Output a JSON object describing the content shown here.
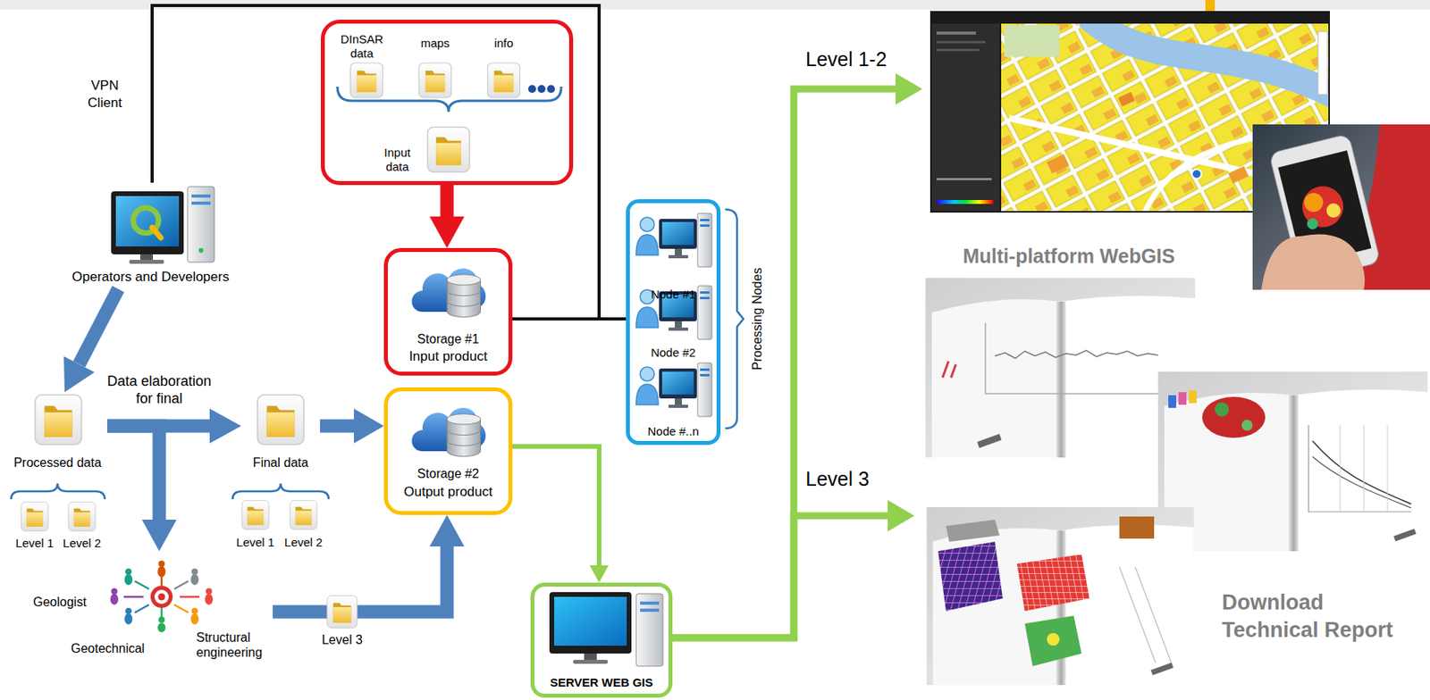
{
  "diagram": {
    "nodes": [
      {
        "text": [
          "DInSAR data",
          "maps",
          "info",
          "Input data"
        ]
      },
      {
        "text": [
          "Storage #1",
          "Input product"
        ]
      },
      {
        "text": [
          "Storage #2",
          "Output product"
        ]
      },
      {
        "text": [
          "Node #1",
          "Node #2",
          "Node #..n",
          "Processing Nodes"
        ]
      },
      {
        "text": [
          "SERVER WEB GIS"
        ]
      },
      {
        "text": [
          "Operators and Developers"
        ]
      },
      {
        "text": [
          "Processed data"
        ]
      },
      {
        "text": [
          "Final data"
        ]
      },
      {
        "text": [
          "Geologist",
          "Geotechnical",
          "Structural engineering"
        ]
      },
      {
        "text": [
          "Multi-platform WebGIS"
        ]
      },
      {
        "text": [
          "Download Technical Report"
        ]
      }
    ],
    "edges": [
      {
        "from": 0,
        "to": 1,
        "arrow": "to"
      },
      {
        "from": 1,
        "to": 3,
        "arrow": "none"
      },
      {
        "from": 5,
        "to": 3,
        "arrow": "none"
      },
      {
        "from": 5,
        "to": 6,
        "arrow": "to"
      },
      {
        "from": 6,
        "to": 7,
        "arrow": "to"
      },
      {
        "from": 6,
        "to": 8,
        "arrow": "to"
      },
      {
        "from": 7,
        "to": 2,
        "arrow": "to"
      },
      {
        "from": 8,
        "to": 2,
        "arrow": "to",
        "label": "Level 3"
      },
      {
        "from": 2,
        "to": 4,
        "arrow": "to"
      },
      {
        "from": 4,
        "to": 9,
        "arrow": "to",
        "label": "Level 1-2"
      },
      {
        "from": 4,
        "to": 10,
        "arrow": "to",
        "label": "Level 3"
      }
    ],
    "labels": [
      "VPN Client",
      "Data elaboration for final",
      "Level 1",
      "Level 2",
      "Level 1",
      "Level 2"
    ]
  }
}
